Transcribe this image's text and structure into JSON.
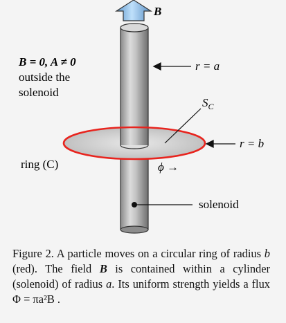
{
  "labels": {
    "field": "B",
    "outside_line1": "B = 0, A ≠ 0",
    "outside_line2": "outside the",
    "outside_line3": "solenoid",
    "r_a": "r = a",
    "surface": "S_C",
    "r_b": "r = b",
    "ring": "ring (C)",
    "phi": "ϕ →",
    "solenoid": "solenoid"
  },
  "caption": {
    "figure_no": "Figure 2.",
    "text_a": " A particle moves on a circular ring of radius ",
    "b": "b",
    "text_b": " (red). The field ",
    "B": "B",
    "text_c": " is contained within a cylinder (solenoid) of radius ",
    "a": "a",
    "text_d": ". Its uniform strength yields a flux ",
    "flux": "Φ = πa²B ."
  },
  "colors": {
    "ring": "#e8241e",
    "arrow": "#7fb6e6",
    "disk": "#cfcfcf",
    "cylinder": "#9b9b9b"
  }
}
